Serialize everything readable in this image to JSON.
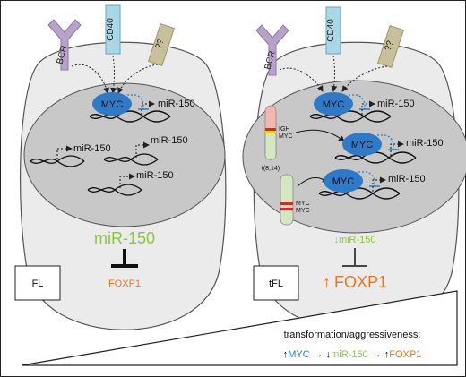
{
  "receptors": {
    "bcr": "BCR",
    "cd40": "CD40",
    "unknown": "??"
  },
  "left_cell": {
    "myc": "MYC",
    "mir_top": "miR-150",
    "mir_a": "miR-150",
    "mir_b": "miR-150",
    "mir_c": "miR-150",
    "result_mir": "miR-150",
    "result_target": "FOXP1",
    "label": "FL"
  },
  "right_cell": {
    "myc_1": "MYC",
    "mir_1": "miR-150",
    "myc_2": "MYC",
    "mir_2": "miR-150",
    "myc_3": "MYC",
    "mir_3": "miR-150",
    "chr1_igh": "IGH",
    "chr1_myc": "MYC",
    "chr1_caption": "t(8;14)",
    "chr2_myc_a": "MYC",
    "chr2_myc_b": "MYC",
    "result_arrow": "↓",
    "result_mir": "miR-150",
    "result_up": "↑",
    "result_target": "FOXP1",
    "label": "tFL"
  },
  "legend": {
    "title": "transformation/aggressiveness:",
    "up1": "↑",
    "myc": "MYC",
    "arrow1": "→",
    "down": "↓",
    "mir": "miR-150",
    "arrow2": "→",
    "up2": "↑",
    "foxp1": "FOXP1"
  },
  "colors": {
    "cell_fill": "#ebebeb",
    "nucleus_fill": "#c8c8c8",
    "myc_blue": "#2e7ac8",
    "mir_green": "#8cc63f",
    "foxp1_orange": "#e87722",
    "bcr_purple": "#b7a3c9",
    "cd40_blue": "#a9d7e6",
    "unknown_khaki": "#c7c09a"
  }
}
